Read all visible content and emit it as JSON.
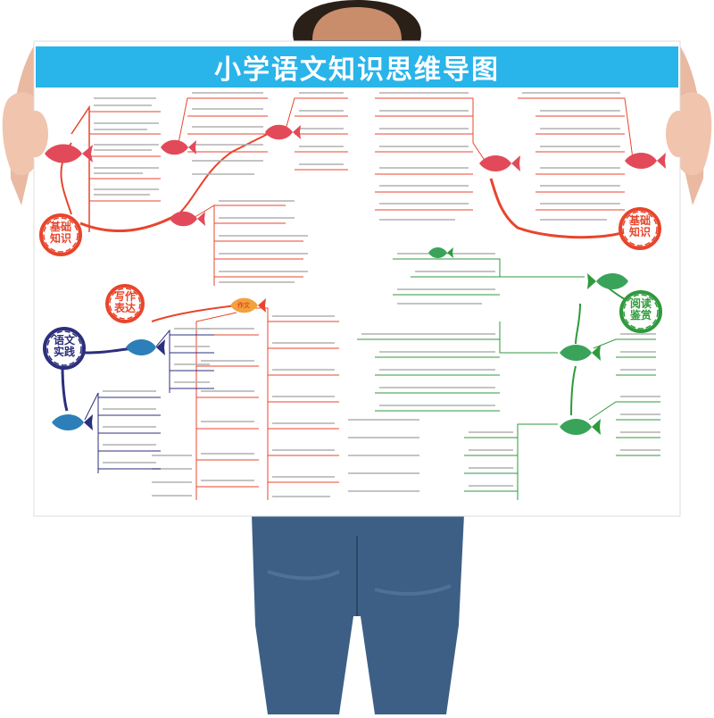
{
  "poster": {
    "title": "小学语文知识思维导图",
    "colors": {
      "banner": "#29b4ea",
      "basic": "#e8452c",
      "writing": "#e8452c",
      "practice": "#2c2f7c",
      "reading": "#2e9a3c",
      "accent_fish": "#e24a5a"
    }
  },
  "sections": {
    "basic_left": "基础\n知识",
    "basic_right": "基础\n知识",
    "writing": "写作\n表达",
    "practice": "语文\n实践",
    "reading": "阅读\n鉴赏",
    "zuowen": "作文"
  },
  "icons": [
    "fish-icon",
    "brush-circle-icon"
  ]
}
